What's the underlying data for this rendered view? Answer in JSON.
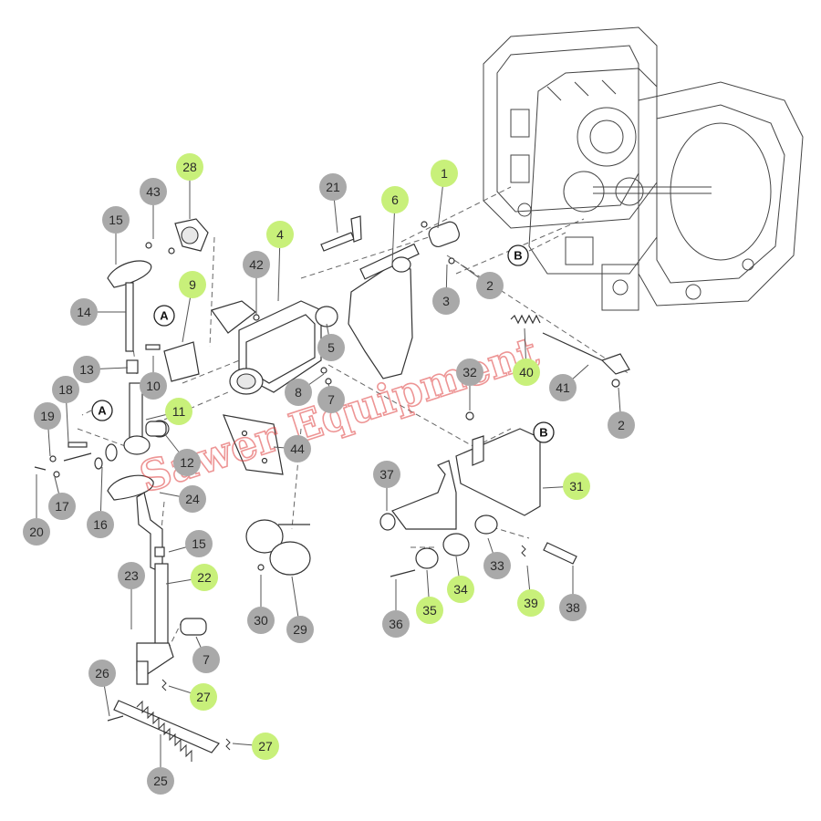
{
  "diagram": {
    "type": "exploded-parts-diagram",
    "colors": {
      "highlight": "#c8f07a",
      "callout": "#a9a9a9",
      "watermark": "#e0403f"
    },
    "watermark_text": "Sawer Equipment",
    "references": [
      "A",
      "A",
      "B",
      "B"
    ],
    "callouts": [
      {
        "label": "28",
        "highlight": true
      },
      {
        "label": "43",
        "highlight": false
      },
      {
        "label": "15",
        "highlight": false
      },
      {
        "label": "21",
        "highlight": false
      },
      {
        "label": "6",
        "highlight": true
      },
      {
        "label": "1",
        "highlight": true
      },
      {
        "label": "4",
        "highlight": true
      },
      {
        "label": "42",
        "highlight": false
      },
      {
        "label": "9",
        "highlight": true
      },
      {
        "label": "14",
        "highlight": false
      },
      {
        "label": "2",
        "highlight": false
      },
      {
        "label": "3",
        "highlight": false
      },
      {
        "label": "5",
        "highlight": false
      },
      {
        "label": "13",
        "highlight": false
      },
      {
        "label": "10",
        "highlight": false
      },
      {
        "label": "8",
        "highlight": false
      },
      {
        "label": "7",
        "highlight": false
      },
      {
        "label": "18",
        "highlight": false
      },
      {
        "label": "11",
        "highlight": true
      },
      {
        "label": "32",
        "highlight": false
      },
      {
        "label": "40",
        "highlight": true
      },
      {
        "label": "41",
        "highlight": false
      },
      {
        "label": "2",
        "highlight": false
      },
      {
        "label": "19",
        "highlight": false
      },
      {
        "label": "12",
        "highlight": false
      },
      {
        "label": "44",
        "highlight": false
      },
      {
        "label": "17",
        "highlight": false
      },
      {
        "label": "16",
        "highlight": false
      },
      {
        "label": "24",
        "highlight": false
      },
      {
        "label": "37",
        "highlight": false
      },
      {
        "label": "31",
        "highlight": true
      },
      {
        "label": "20",
        "highlight": false
      },
      {
        "label": "15",
        "highlight": false
      },
      {
        "label": "23",
        "highlight": false
      },
      {
        "label": "22",
        "highlight": true
      },
      {
        "label": "33",
        "highlight": false
      },
      {
        "label": "34",
        "highlight": true
      },
      {
        "label": "35",
        "highlight": true
      },
      {
        "label": "39",
        "highlight": true
      },
      {
        "label": "38",
        "highlight": false
      },
      {
        "label": "30",
        "highlight": false
      },
      {
        "label": "29",
        "highlight": false
      },
      {
        "label": "36",
        "highlight": false
      },
      {
        "label": "7",
        "highlight": false
      },
      {
        "label": "26",
        "highlight": false
      },
      {
        "label": "27",
        "highlight": true
      },
      {
        "label": "27",
        "highlight": true
      },
      {
        "label": "25",
        "highlight": false
      }
    ]
  }
}
